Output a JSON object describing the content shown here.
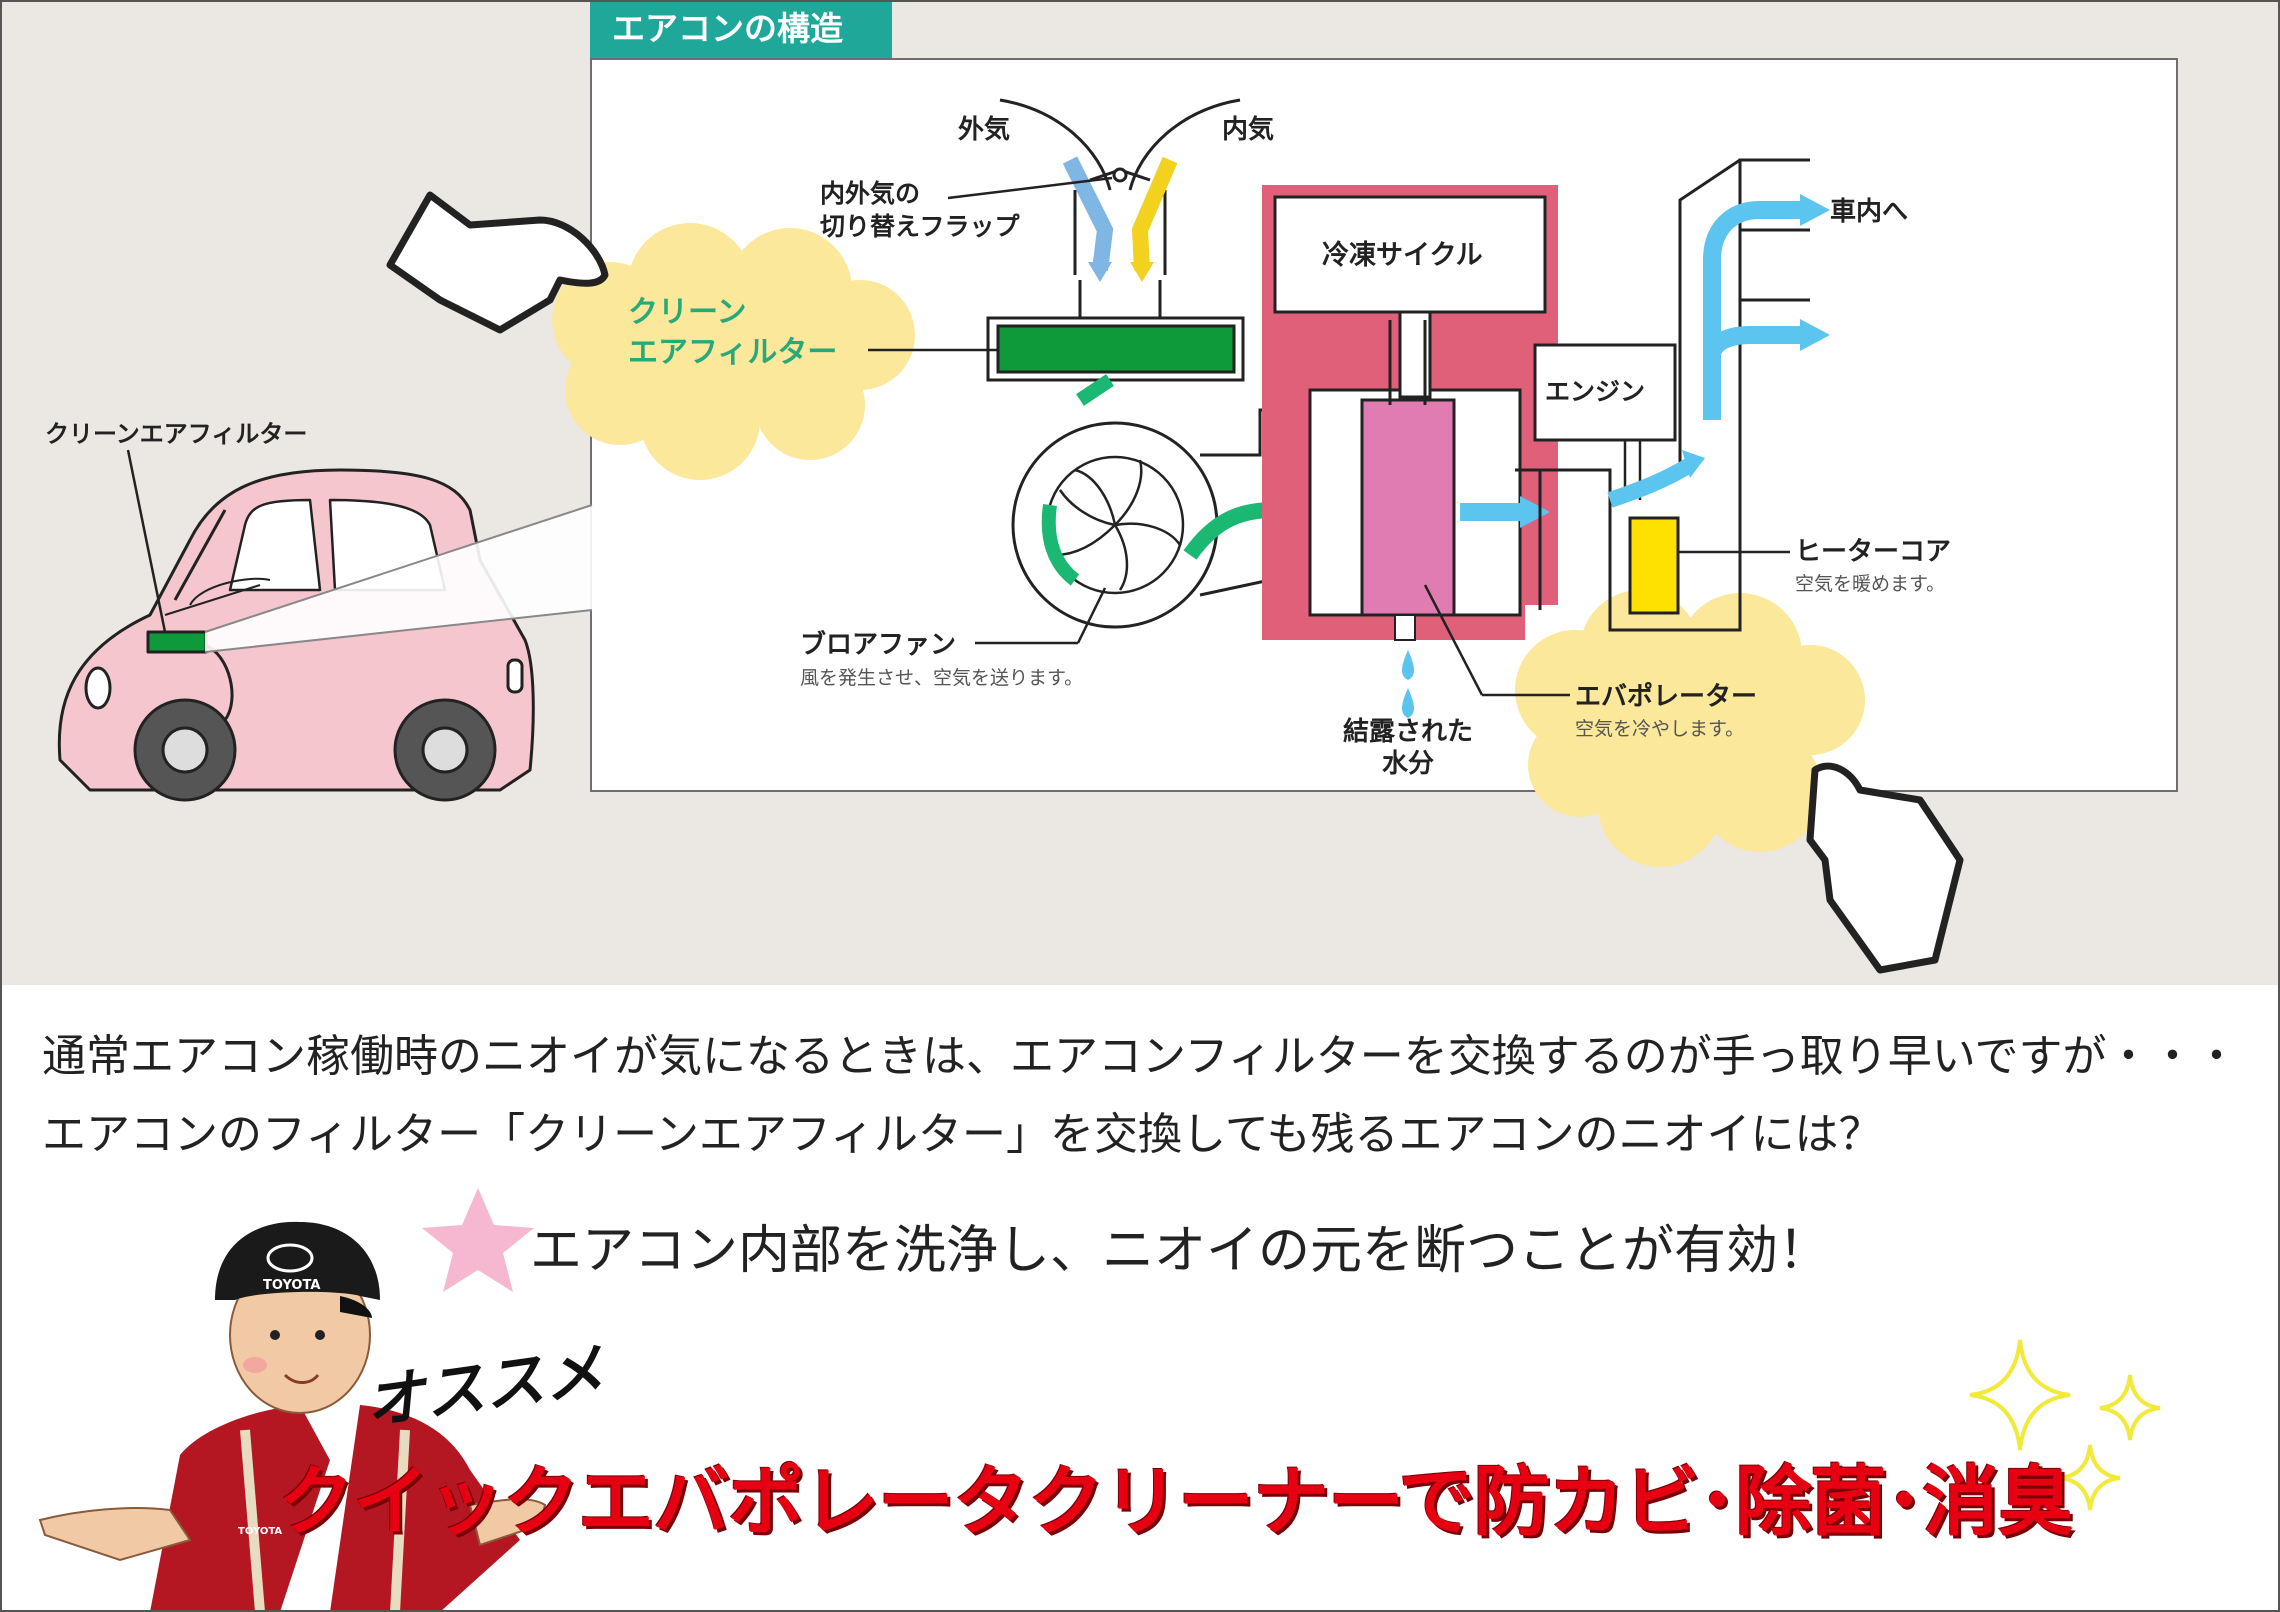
{
  "diagram": {
    "title": "エアコンの構造",
    "labels": {
      "outside_air": "外気",
      "inside_air": "内気",
      "flap_line1": "内外気の",
      "flap_line2": "切り替えフラップ",
      "filter_line1": "クリーン",
      "filter_line2": "エアフィルター",
      "car_filter": "クリーンエアフィルター",
      "refrigeration": "冷凍サイクル",
      "engine": "エンジン",
      "to_cabin": "車内へ",
      "heater_core": "ヒーターコア",
      "heater_desc": "空気を暖めます。",
      "evaporator": "エバポレーター",
      "evaporator_desc": "空気を冷やします。",
      "condensation_line1": "結露された",
      "condensation_line2": "水分",
      "blower_fan": "ブロアファン",
      "blower_desc": "風を発生させ、空気を送ります。"
    },
    "colors": {
      "teal": "#1fa89a",
      "filter_green": "#0e9a3a",
      "evaporator_pink": "#e07cb2",
      "cycle_red": "#e0607a",
      "heater_yellow": "#ffe100",
      "air_blue": "#5bc4ef",
      "outside_blue": "#7fb6e3",
      "inside_yellow": "#f2d21f",
      "cloud_yellow": "#fbe89a",
      "car_pink": "#f6c6cf"
    },
    "icons": [
      "pointing-hand-icon",
      "car-icon",
      "blower-fan-icon",
      "water-drop-icon",
      "star-icon",
      "sparkle-icon",
      "mechanic-mascot-icon"
    ]
  },
  "text": {
    "line1": "通常エアコン稼働時のニオイが気になるときは、エアコンフィルターを交換するのが手っ取り早いですが・・・",
    "line2": "エアコンのフィルター「クリーンエアフィルター」を交換しても残るエアコンのニオイには？",
    "headline": "エアコン内部を洗浄し、ニオイの元を断つことが有効！",
    "recommend": "オススメ",
    "product": "クイックエバポレータクリーナーで防カビ･除菌･消臭"
  },
  "mascot": {
    "cap_text": "TOYOTA",
    "jacket_text": "TOYOTA"
  }
}
